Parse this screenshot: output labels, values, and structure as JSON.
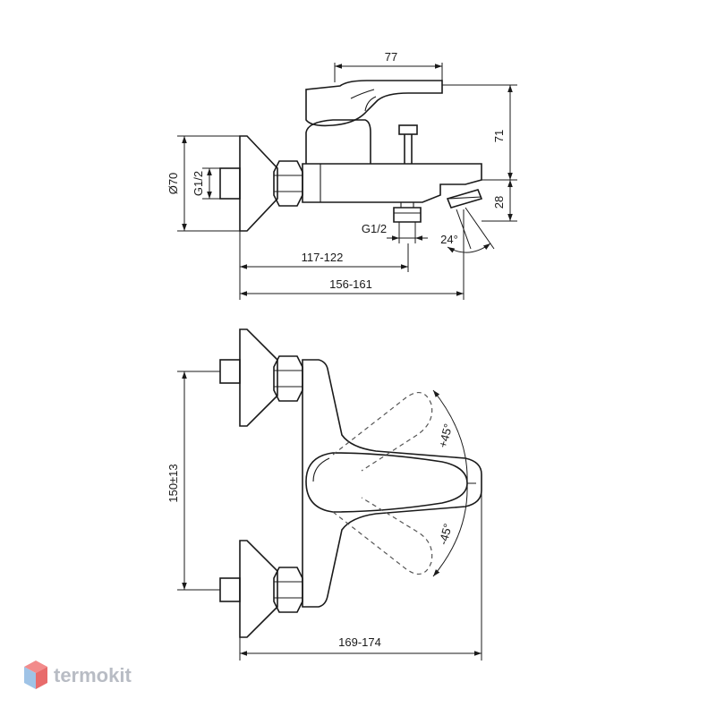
{
  "dimensions": {
    "top": {
      "handle_reach": "77",
      "height_upper": "71",
      "height_lower": "28",
      "diameter": "Ø70",
      "thread_inlet": "G1/2",
      "thread_outlet": "G1/2",
      "spout_angle": "24°",
      "length_short": "117-122",
      "length_long": "156-161"
    },
    "bottom": {
      "centers": "150±13",
      "rotation_plus": "+45°",
      "rotation_minus": "-45°",
      "depth": "169-174"
    }
  },
  "brand": {
    "name": "termokit",
    "colors": {
      "top": "#f28b8b",
      "left": "#9fc3e6",
      "right": "#e86b6b",
      "text": "#b8bcc4"
    }
  }
}
